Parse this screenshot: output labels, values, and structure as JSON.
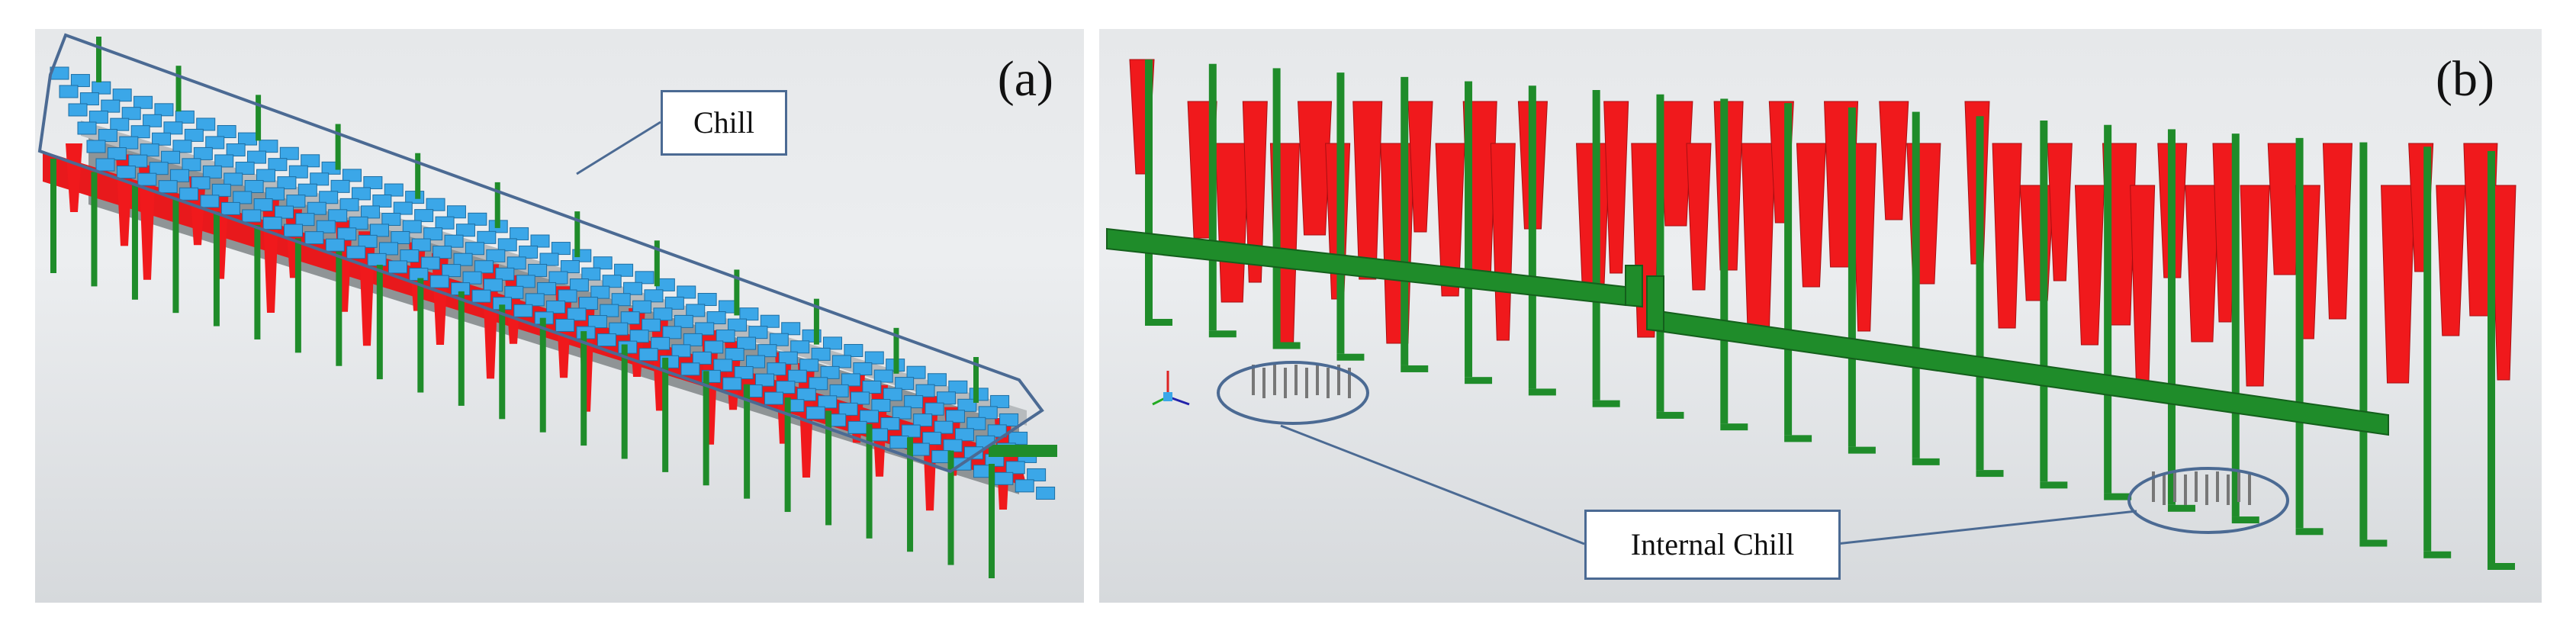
{
  "figure": {
    "panel_a": {
      "label": "(a)",
      "callout": "Chill",
      "colors": {
        "chill": "#3ba7e8",
        "riser": "#f0191c",
        "gating": "#1f8c2a",
        "casting": "#8f9496",
        "callout_border": "#4b6a93"
      }
    },
    "panel_b": {
      "label": "(b)",
      "callout": "Internal Chill",
      "colors": {
        "riser": "#f0191c",
        "gating": "#1f8c2a",
        "internal_chill": "#777777",
        "callout_border": "#4b6a93"
      }
    }
  }
}
